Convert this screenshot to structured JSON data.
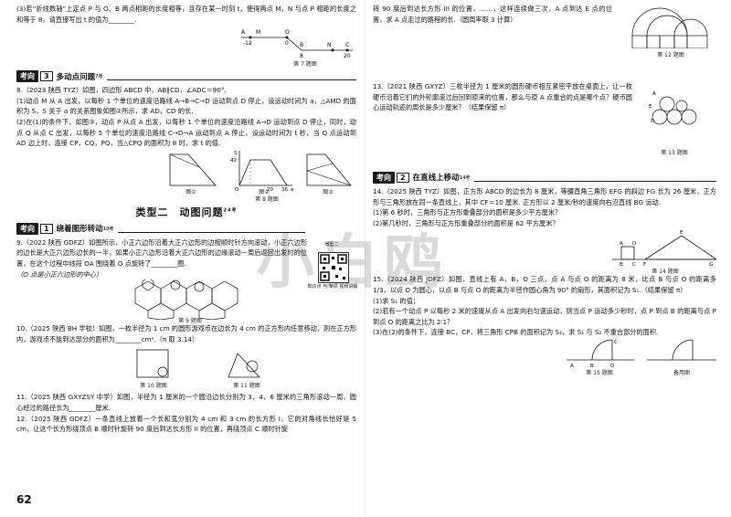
{
  "page_number": "62",
  "watermark": "小白鸥",
  "left": {
    "q3_cont": "(3)若“折线数轴”上定点 P 与 O，B 两点相距的长度相等，且存在某一时刻 t，使得两点 M，N 与点 P 相距的长度之和等于 8，请直接写出 t 的值为________.",
    "fig7_caption": "第 7 题图",
    "fig7_labels": [
      "A",
      "M",
      "O",
      "-12",
      "0",
      "B",
      "N",
      "C",
      "8",
      "20"
    ],
    "sec3": {
      "tag": "考向",
      "num": "3",
      "title": "多动点问题",
      "sup": "7考"
    },
    "q8": "8.（2023 陕西 TYZ）如图，四边形 ABCD 中，AB∥CD，∠ADC＝90°.",
    "q8_1": "(1)动点 M 从 A 出发，以每秒 1 个单位的速度沿路线 A→B→C→D 运动到点 D 停止，设运动时间为 a，△AMD 的面积为 S，S 关于 a 的关系图象如图②所示，求 AD，CD 的长.",
    "q8_2": "(2)在(1)的条件下，如图③，动点 P 从点 A 出发，以每秒 1 个单位的速度沿路线 A→D 运动到点 D 停止，同时，动点 Q 从点 C 出发，以每秒 5 个单位的速度沿路线 C→D→A 运动到点 A 停止，设运动时间为 t 秒，当 Q 点运动到 AD 边上时，连接 CP，CQ，PQ，当△CPQ 的面积为 8 时，求 t 的值.",
    "fig8_labels": [
      "图①",
      "图②",
      "图③"
    ],
    "fig8_axis": [
      "S",
      "42",
      "O",
      "20",
      "36",
      "a"
    ],
    "fig8_caption": "第 8 题图",
    "type_title": "类型二　动图问题",
    "type_sup": "24考",
    "qr_label": "微型二",
    "qr_caption": "知识点 与 专项 视频讲解",
    "sec1": {
      "tag": "考向",
      "num": "1",
      "title": "绕着图形转动",
      "sup": "10考"
    },
    "q9": "9.（2022 陕西 GDFZ）如图所示，小正六边形沿着大正六边形的边按顺时针方向滚动，小正六边形的边长是大正六边形边长的一半，如果小正六边形沿着大正六边形的边缘滚动一周后返回出发时的位置，在这个过程中线段 OA 围绕着 O 点旋转了________圈.",
    "q9_note": "（O 点是小正六边形的中心）",
    "fig9_caption": "第 9 题图",
    "q10": "10.（2025 陕西 BH 学校）如图，一枚半径为 1 cm 的圆形游戏币在边长为 4 cm 的正方形内任意移动，则在正方形内，游戏币不能到达部分的面积为________cm².（π 取 3.14）",
    "fig10_caption": "第 10 题图",
    "fig11_caption": "第 11 题图",
    "q11": "11.（2025 陕西 GXYZSY 中学）如图，半径为 1 厘米的一个圆沿边长分别为 3，4，6 厘米的三角形滚动一周，圆心经过的路径长为________厘米.",
    "q12": "12.（2025 陕西 GDFZ）一条直线上放着一个长和宽分别为 4 cm 和 3 cm 的长方形 I，它的对角线长恰好是 5 cm，让这个长方形绕顶点 B 顺时针旋转 90 度后到达长方形 II 的位置，再绕顶点 C 顺时针旋"
  },
  "right": {
    "q12_cont": "转 90 度后到达长方形 III 的位置，……，这样连续做三次，A 点到达 E 点的位置，求 A 点走过的路程的长.（圆周率取 3 计算）",
    "fig12_caption": "第 12 题图",
    "fig12_labels": [
      "A",
      "B",
      "C",
      "D",
      "E",
      "I",
      "II",
      "III",
      "IV"
    ],
    "q13": "13.（2021 陕西 GXYZ）三枚半径为 1 厘米的圆形硬币相互紧密平放在桌面上，让一枚硬币沿着它们的外轮廓滚过后回到原来的位置，那么与原 A 点重合的点是哪个点？硬币圆心运动轨迹的周长是多少厘米？（结果保留 π）",
    "fig13_caption": "第 13 题图",
    "fig13_labels": [
      "A",
      "B",
      "C",
      "D",
      "E"
    ],
    "sec2": {
      "tag": "考向",
      "num": "2",
      "title": "在直线上移动",
      "sup": "14考"
    },
    "q14": "14.（2025 陕西 TYZ）如图，正方形 ABCD 的边长为 8 厘米，等腰直角三角形 EFG 的斜边 FG 长为 26 厘米，正方形与三角形放在同一条直线上，其中 CF＝10 厘米. 正方形以 2 厘米/秒的速度向右沿直线 BG 运动.",
    "q14_1": "(1)第 6 秒时，三角形与正方形重叠部分的面积是多少平方厘米？",
    "q14_2": "(2)第几秒时，三角形与正方形重叠部分的面积是 62 平方厘米？",
    "fig14_caption": "第 14 题图",
    "fig14_labels": [
      "A",
      "D",
      "B",
      "C",
      "F",
      "E",
      "G"
    ],
    "q15": "15.（2024 陕西 JDFZ）如图，直线上有 A，B，O 三点，点 A 与点 O 的距离为 8 米，比点 B 与点 O 的距离多 1/3，以点 O 为圆心，以点 B 与点 O 的距离为半径作圆心角为 90° 的扇形，其面积记为 S₁.（结果保留 π）",
    "q15_1": "(1)求 S₁ 的值；",
    "q15_2": "(2)若有一个动点 P 以每秒 2 米的速度从点 A 出发向右匀速运动，则当点 P 运动多少秒时，点 P 到点 B 的距离与点 P 到点 O 的距离之比为 2∶1？",
    "q15_3": "(3)在(2)的条件下，连接 BC，CP，将三角形 CPB 的面积记为 S₂，求 S₁ 与 S₂ 不重合部分的面积.",
    "fig15_caption": "第 15 题图",
    "fig15_alt_caption": "备用图",
    "fig15_labels": [
      "A",
      "B",
      "O",
      "C"
    ]
  }
}
